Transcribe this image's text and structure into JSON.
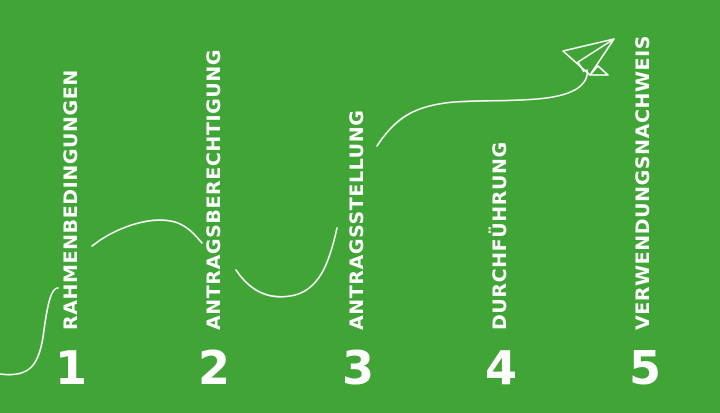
{
  "colors": {
    "background": "#41a437",
    "foreground": "#ffffff"
  },
  "icons": {
    "end": "paper-plane-icon"
  },
  "steps": [
    {
      "number": "1",
      "label": "RAHMENBEDINGUNGEN"
    },
    {
      "number": "2",
      "label": "ANTRAGSBERECHTIGUNG"
    },
    {
      "number": "3",
      "label": "ANTRAGSSTELLUNG"
    },
    {
      "number": "4",
      "label": "DURCHFÜHRUNG"
    },
    {
      "number": "5",
      "label": "VERWENDUNGSNACHWEIS"
    }
  ]
}
